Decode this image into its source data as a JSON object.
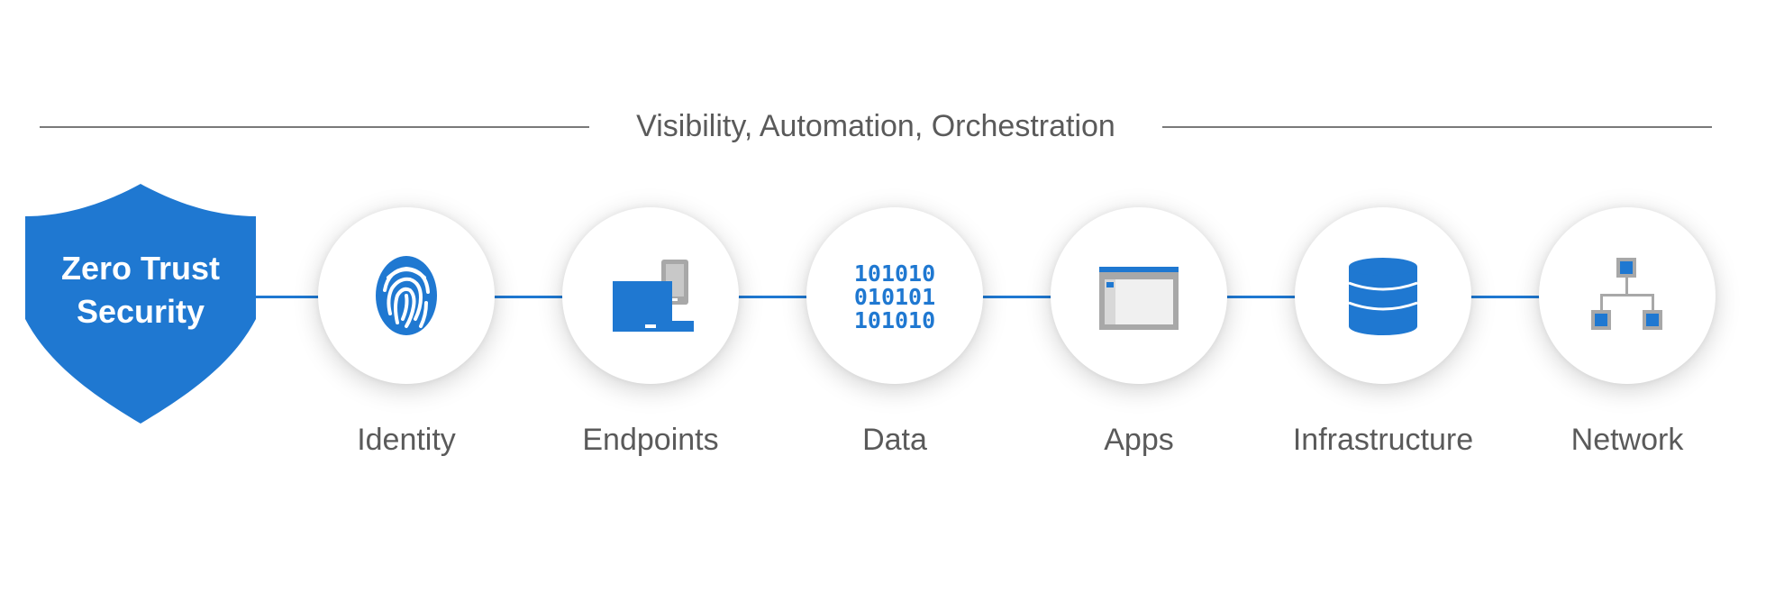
{
  "banner": {
    "text": "Visibility, Automation, Orchestration"
  },
  "shield": {
    "line1": "Zero Trust",
    "line2": "Security",
    "icon": "shield-icon"
  },
  "colors": {
    "accent": "#1f78d1",
    "gray_icon": "#a8a8a8",
    "text_gray": "#5a5a5a",
    "line_gray": "#7a7a7a"
  },
  "pillars": [
    {
      "label": "Identity",
      "icon": "fingerprint-icon"
    },
    {
      "label": "Endpoints",
      "icon": "devices-icon"
    },
    {
      "label": "Data",
      "icon": "binary-data-icon",
      "glyph_rows": [
        "101010",
        "010101",
        "101010"
      ]
    },
    {
      "label": "Apps",
      "icon": "app-window-icon"
    },
    {
      "label": "Infrastructure",
      "icon": "database-icon"
    },
    {
      "label": "Network",
      "icon": "network-icon"
    }
  ]
}
